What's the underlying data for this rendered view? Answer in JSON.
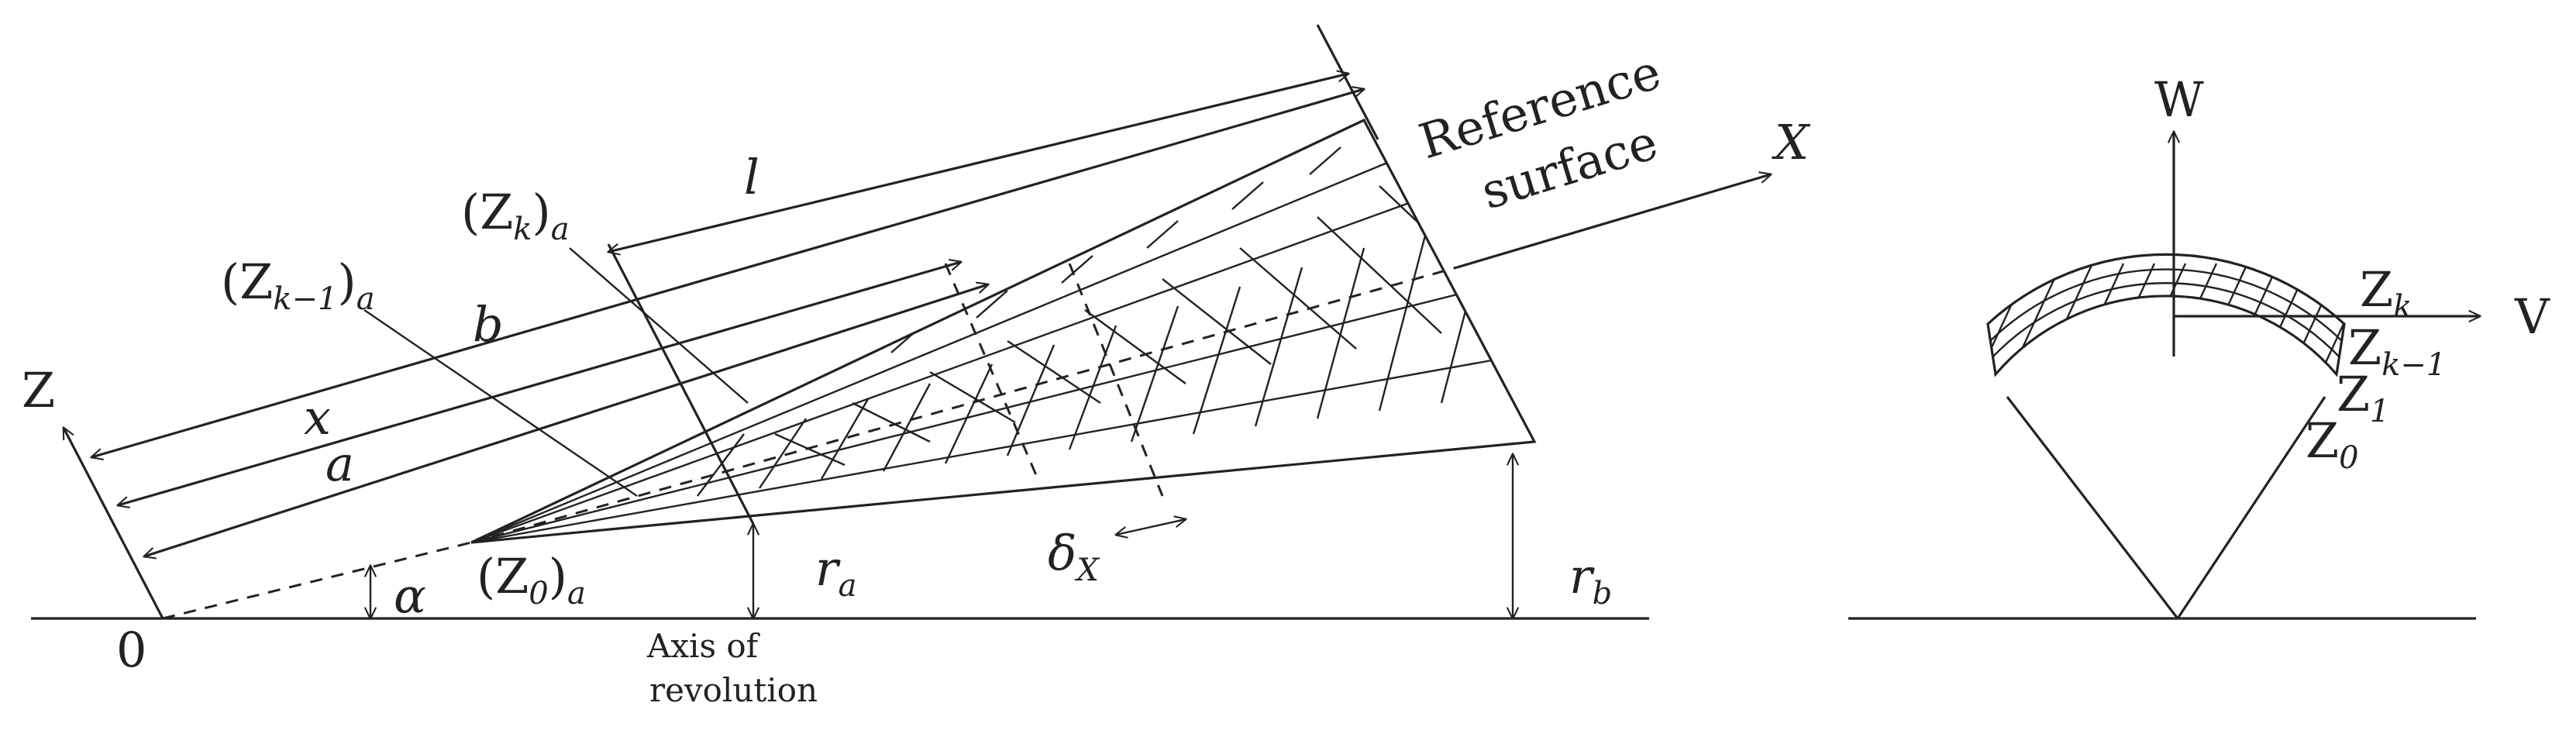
{
  "labels": {
    "z_axis": "Z",
    "origin": "0",
    "alpha": "α",
    "z0a_main": "(Z",
    "z0a_sub": "0",
    "z0a_close": ")",
    "z0a_a": "a",
    "axis_line1": "Axis of",
    "axis_line2": "revolution",
    "ra_main": "r",
    "ra_sub": "a",
    "rb_main": "r",
    "rb_sub": "b",
    "delta_main": "δ",
    "delta_sub": "X",
    "a_dim": "a",
    "x_dim": "x",
    "b_dim": "b",
    "l_dim": "l",
    "zk1a_main": "(Z",
    "zk1a_sub": "k−1",
    "zk1a_close": ")",
    "zk1a_a": "a",
    "zka_main": "(Z",
    "zka_sub": "k",
    "zka_close": ")",
    "zka_a": "a",
    "reference_line1": "Reference",
    "reference_line2": "surface",
    "x_axis": "X",
    "w_axis": "W",
    "v_axis": "V",
    "zk_main": "Z",
    "zk_sub": "k",
    "zk1_main": "Z",
    "zk1_sub": "k−1",
    "z1_main": "Z",
    "z1_sub": "1",
    "z0_main": "Z",
    "z0_sub": "0"
  }
}
